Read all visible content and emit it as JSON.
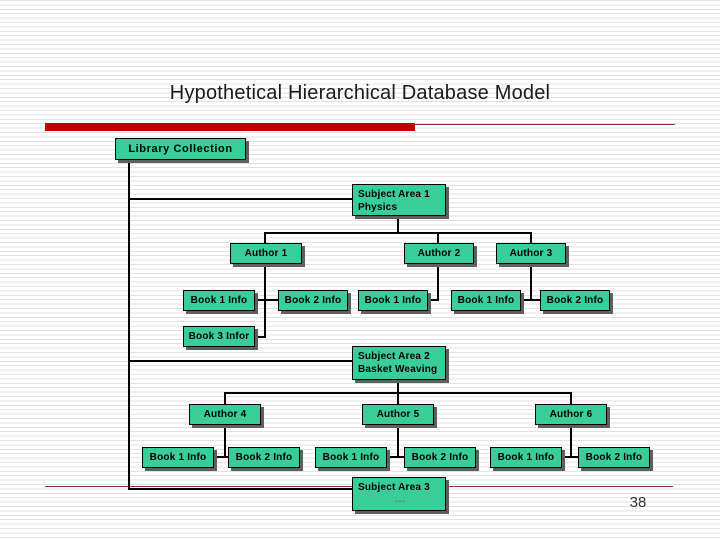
{
  "slide": {
    "title": "Hypothetical Hierarchical Database Model",
    "page_number": "38"
  },
  "colors": {
    "accent_bar_red": "#c00000",
    "rule_dark_red": "#942f2f",
    "node_fill_green": "#38cd99",
    "node_border": "#000000",
    "node_shadow_gray": "#5f5f5f",
    "connector_black": "#000000",
    "background_stripe": "#e2e2e2"
  },
  "diagram": {
    "root_label": "Library Collection",
    "subject_areas": [
      {
        "line1": "Subject Area 1",
        "line2": "Physics"
      },
      {
        "line1": "Subject Area 2",
        "line2": "Basket Weaving"
      },
      {
        "line1": "Subject Area 3",
        "line2": "..."
      }
    ],
    "authors": [
      "Author 1",
      "Author 2",
      "Author 3",
      "Author 4",
      "Author 5",
      "Author 6"
    ],
    "sa1_books": [
      "Book 1 Info",
      "Book 2 Info",
      "Book 1 Info",
      "Book 1 Info",
      "Book 2 Info"
    ],
    "sa1_extra_book": "Book 3 Infor",
    "sa2_books": [
      "Book 1 Info",
      "Book 2 Info",
      "Book 1 Info",
      "Book 2 Info",
      "Book 1 Info",
      "Book 2 Info"
    ]
  }
}
